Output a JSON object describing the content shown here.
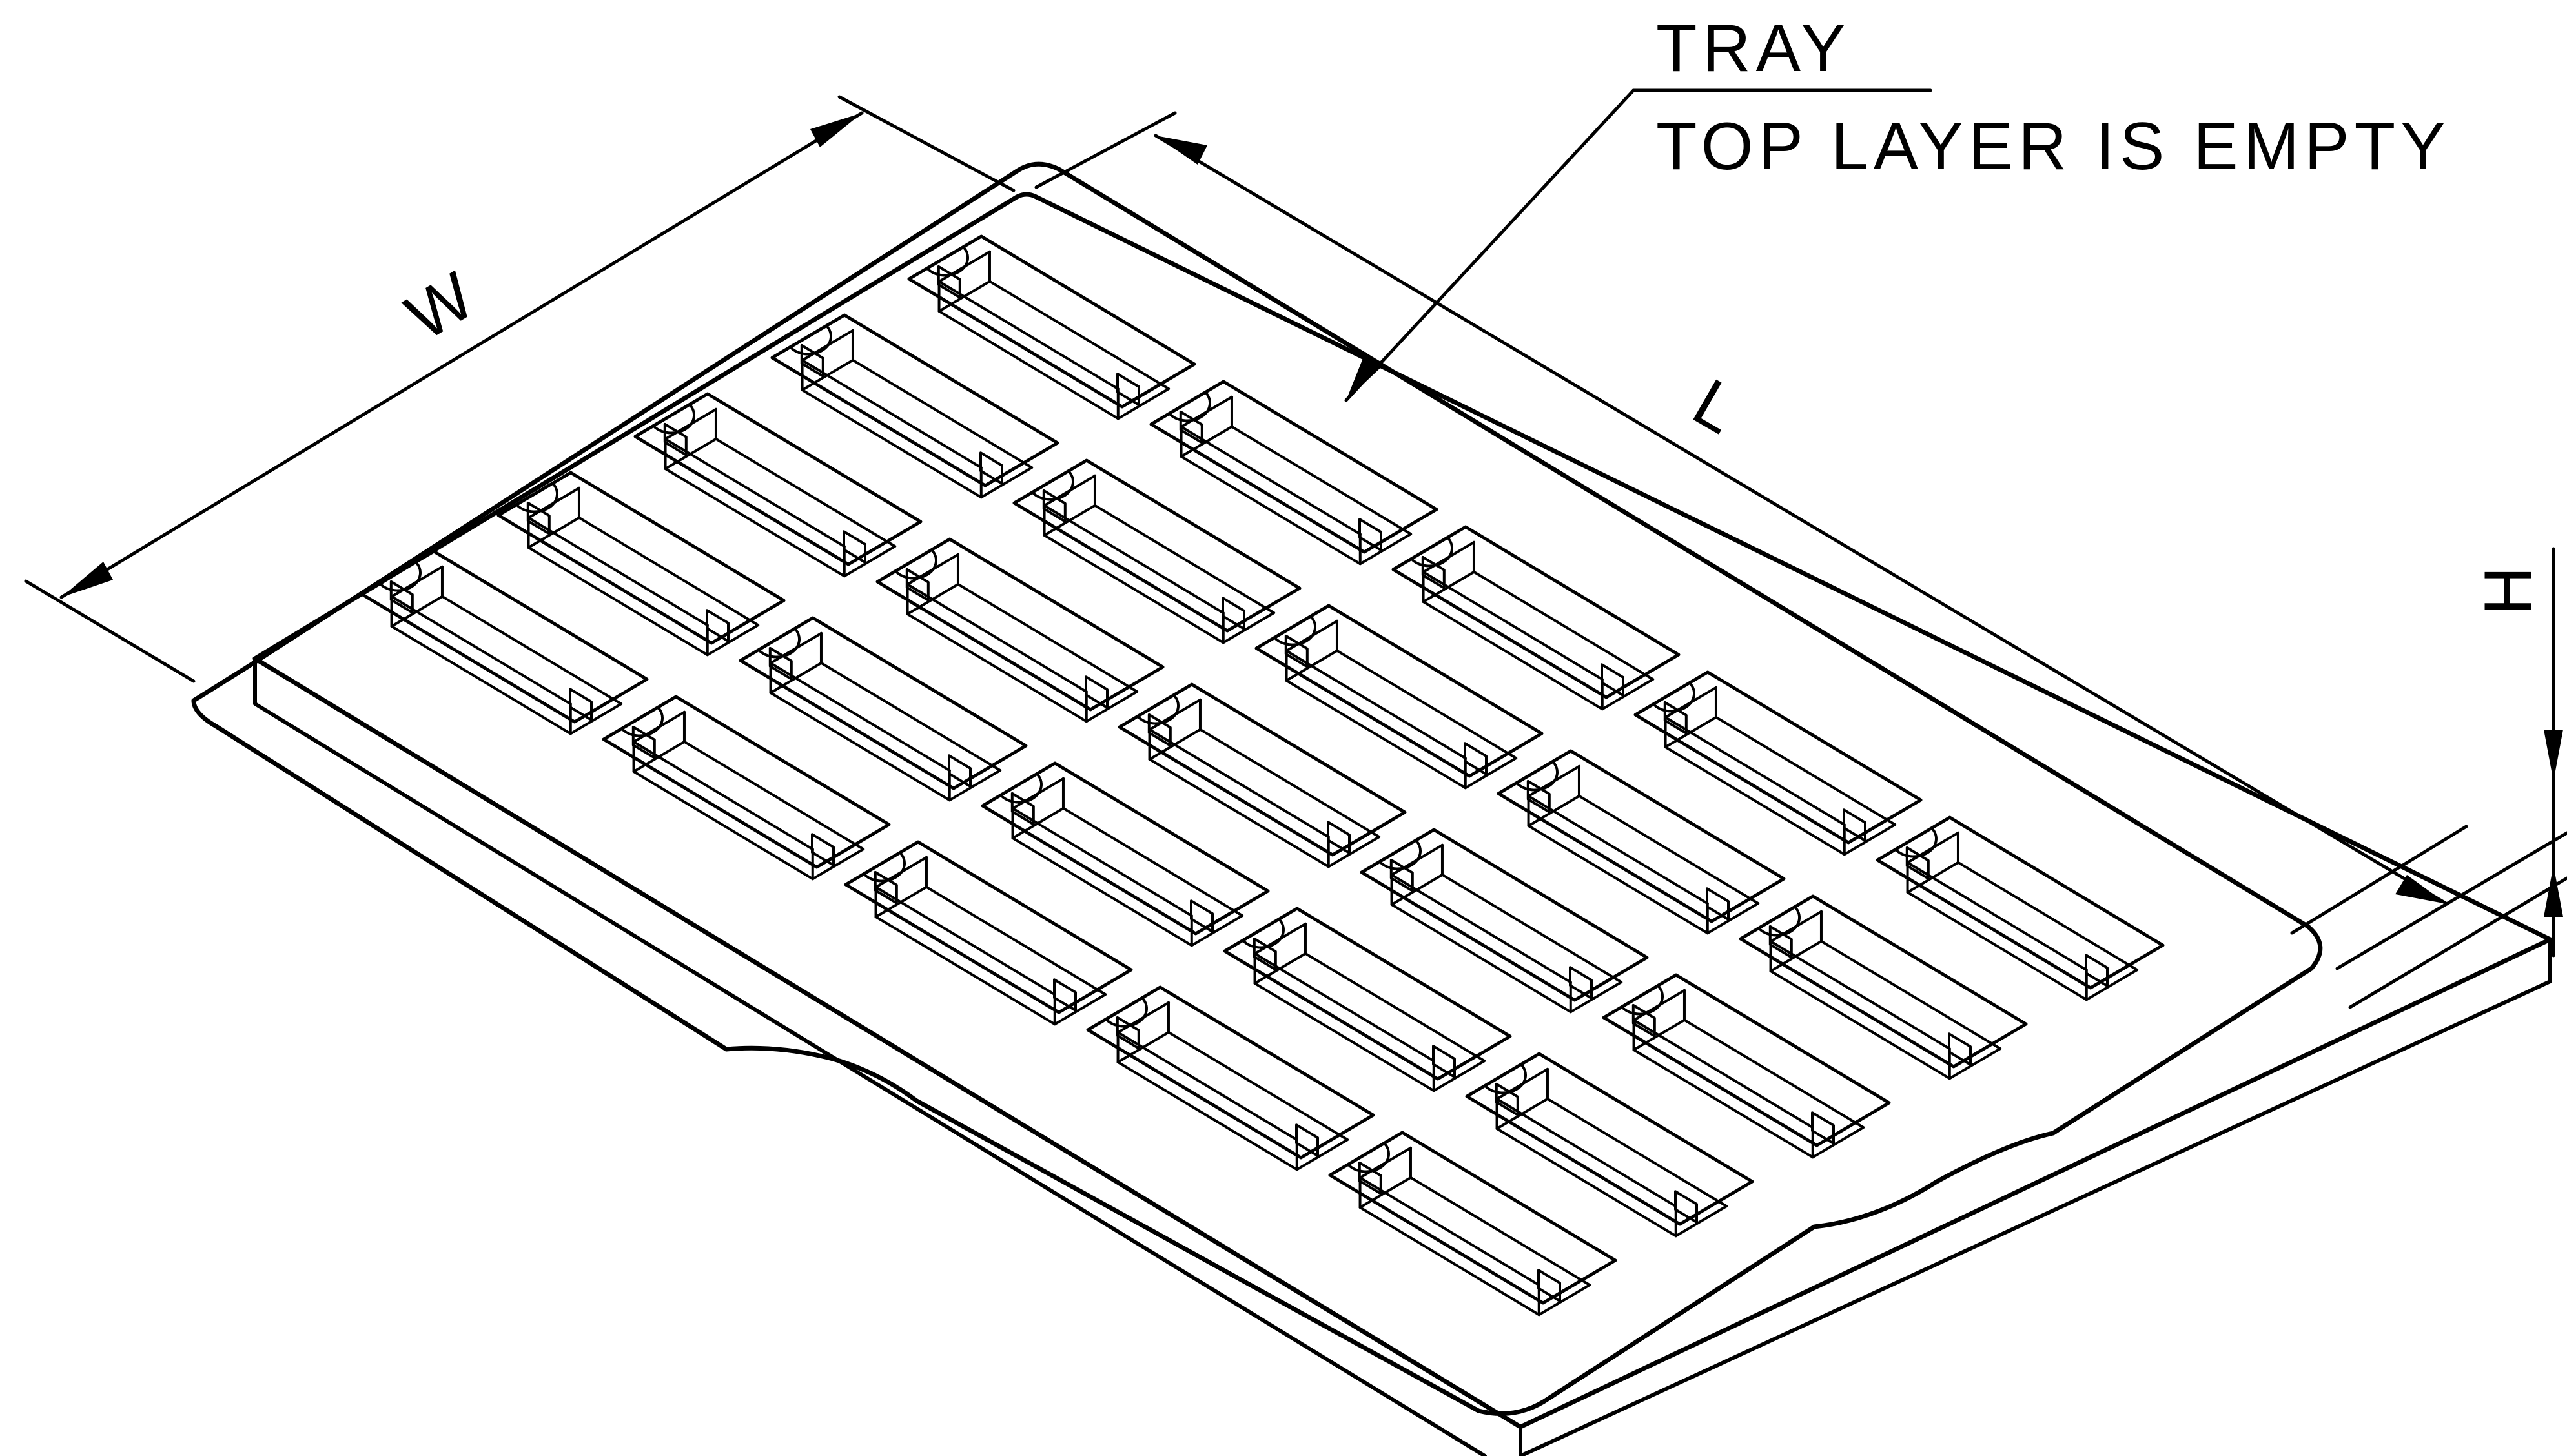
{
  "callout": {
    "title": "TRAY",
    "subtitle": "TOP LAYER IS EMPTY"
  },
  "dimensions": {
    "width": "W",
    "length": "L",
    "height": "H"
  },
  "tray": {
    "rows": 5,
    "columns": 5
  },
  "colors": {
    "ink": "#000000",
    "paper": "#ffffff"
  }
}
